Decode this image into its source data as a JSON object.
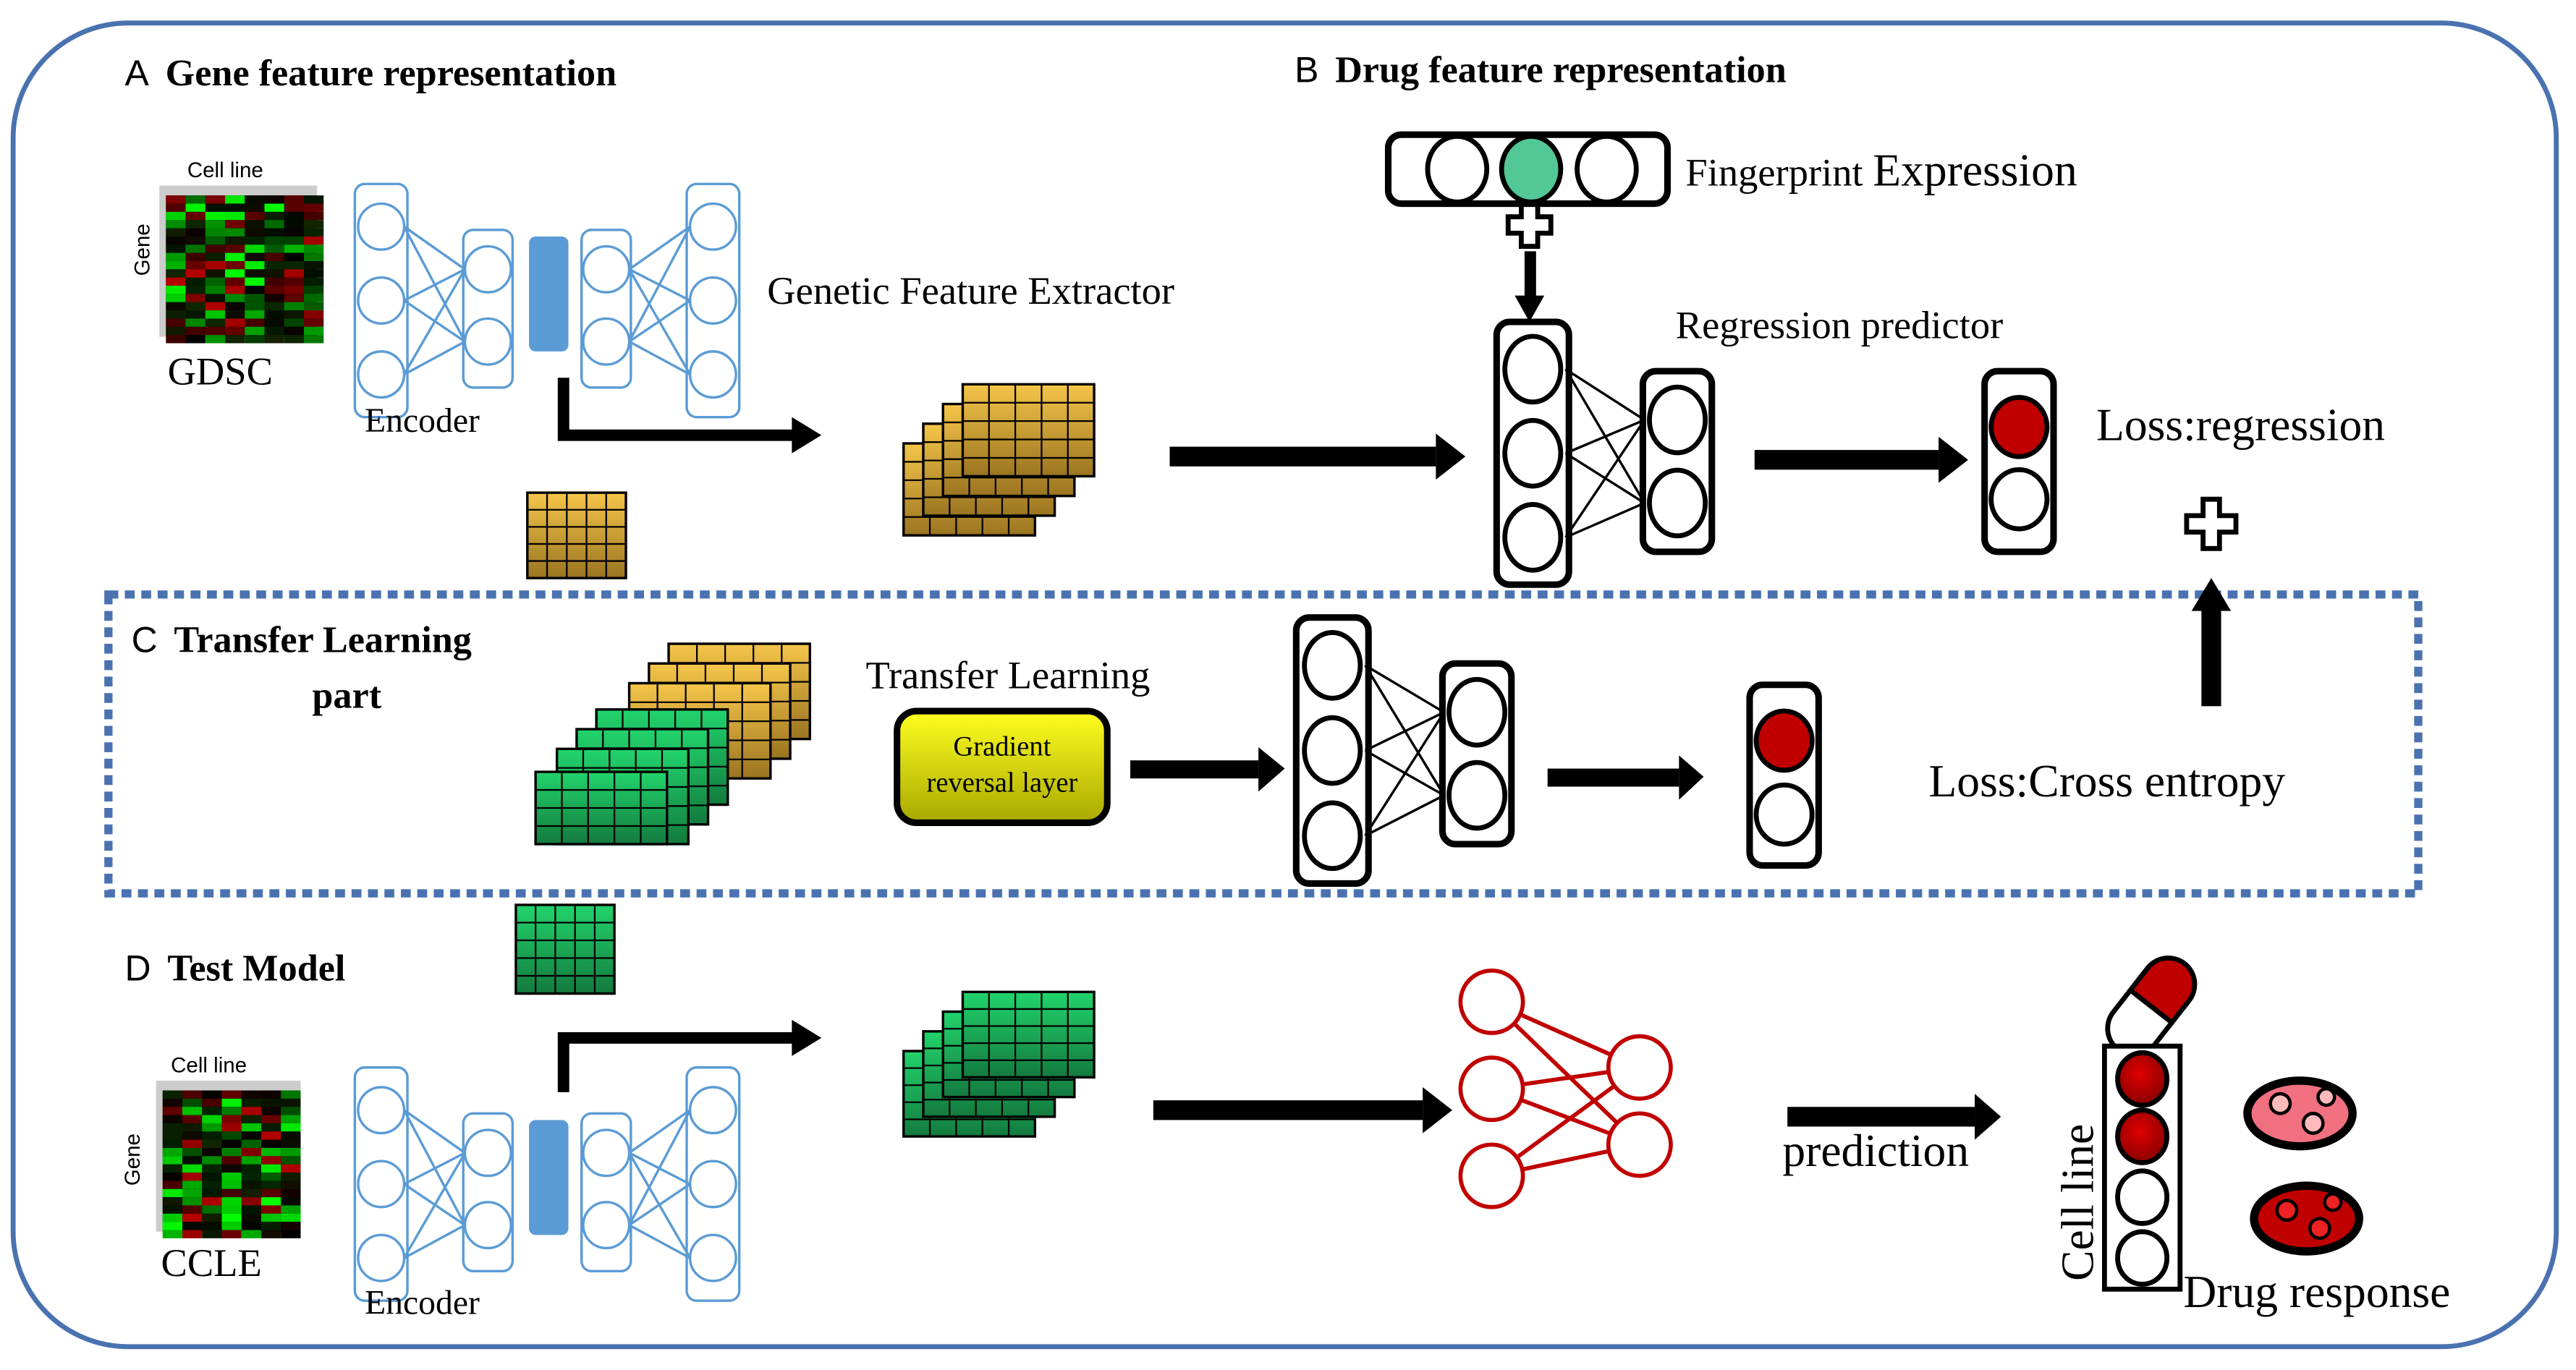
{
  "sections": {
    "a": {
      "letter": "A",
      "title": "Gene feature representation"
    },
    "b": {
      "letter": "B",
      "title": "Drug feature representation"
    },
    "c": {
      "letter": "C",
      "title_line1": "Transfer Learning",
      "title_line2": "part"
    },
    "d": {
      "letter": "D",
      "title": "Test Model"
    }
  },
  "heatmap_top": {
    "x_label": "Cell line",
    "y_label": "Gene",
    "dataset": "GDSC"
  },
  "heatmap_bottom": {
    "x_label": "Cell line",
    "y_label": "Gene",
    "dataset": "CCLE"
  },
  "labels": {
    "encoder_top": "Encoder",
    "encoder_bottom": "Encoder",
    "genetic_feature_extractor": "Genetic Feature Extractor",
    "fingerprint": "Fingerprint",
    "expression": "Expression",
    "regression_predictor": "Regression predictor",
    "loss_regression": "Loss:regression",
    "transfer_learning": "Transfer Learning",
    "gradient_reversal_line1": "Gradient",
    "gradient_reversal_line2": "reversal layer",
    "loss_cross_entropy": "Loss:Cross entropy",
    "prediction": "prediction",
    "cell_line": "Cell line",
    "drug_response": "Drug response"
  },
  "colors": {
    "frame_blue": "#4a72b0",
    "encoder_blue": "#5b9bd5",
    "gold": "#e8b64a",
    "green": "#1fbf5f",
    "fingerprint_green": "#52c896",
    "red": "#c00000",
    "gradient_yellow": "#e6e600"
  }
}
